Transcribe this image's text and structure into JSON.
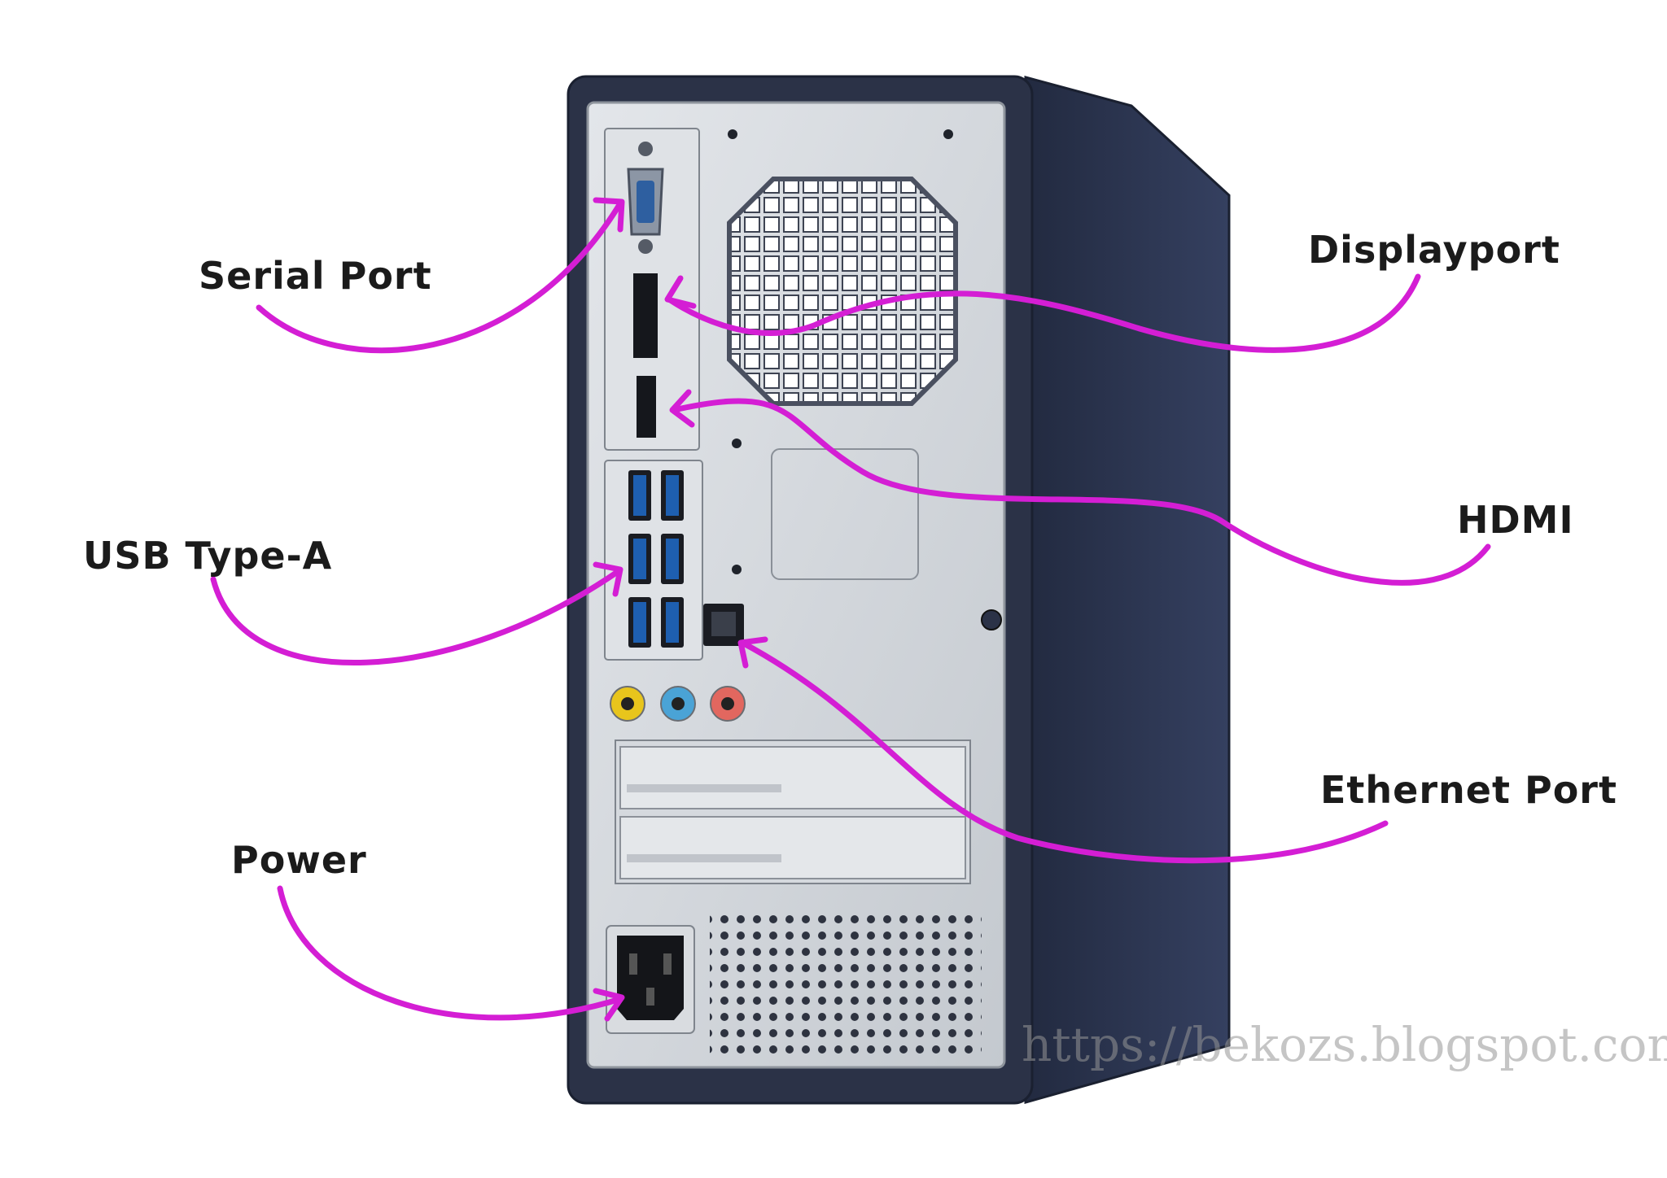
{
  "colors": {
    "arrow": "#d41ed4",
    "case_dark": "#2b3247",
    "case_side": "#2c3550",
    "panel_silver": "#cfd3d8",
    "usb_blue": "#1e5fb0",
    "audio_yellow": "#e8c51c",
    "audio_blue": "#4aa3d6",
    "audio_red": "#e2675f"
  },
  "labels": {
    "serial_port": "Serial Port",
    "displayport": "Displayport",
    "usb": "USB Type-A",
    "hdmi": "HDMI",
    "ethernet": "Ethernet Port",
    "power": "Power"
  },
  "watermark": "https://bekozs.blogspot.com/"
}
